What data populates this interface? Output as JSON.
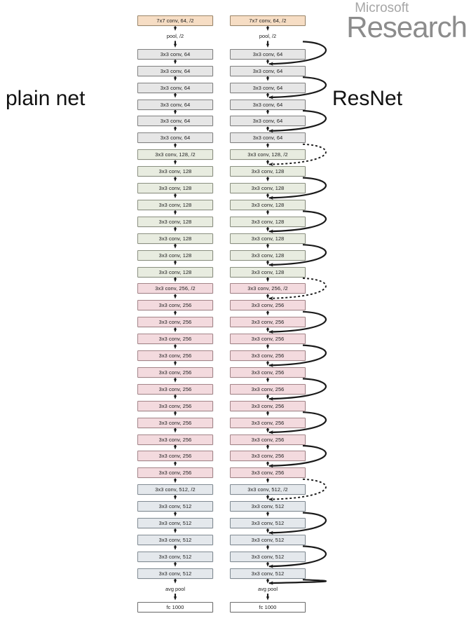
{
  "logo": {
    "line1": "Microsoft",
    "line2": "Research"
  },
  "labels": {
    "plain_net": "plain net",
    "resnet": "ResNet"
  },
  "colors": {
    "block_7x7": "#f6ddc4",
    "block_64": "#e6e6e6",
    "block_128": "#e8ece0",
    "block_256": "#f3dade",
    "block_512": "#e4e8ec",
    "block_fc": "#ffffff",
    "logo_microsoft": "#a6a6a6",
    "logo_research": "#8c8c8c",
    "arrow": "#1a1a1a",
    "skip_solid": "#1a1a1a",
    "skip_dotted": "#1a1a1a"
  },
  "chart_data": {
    "type": "diagram",
    "title": "plain net vs ResNet 34-layer architecture",
    "columns": [
      {
        "name": "plain net",
        "has_skip_connections": false
      },
      {
        "name": "ResNet",
        "has_skip_connections": true
      }
    ],
    "layers": [
      {
        "i": 0,
        "text": "7x7 conv, 64, /2",
        "kind": "block",
        "group": "7x7",
        "stride": 2
      },
      {
        "i": 1,
        "text": "pool, /2",
        "kind": "text",
        "group": "pool",
        "stride": 2
      },
      {
        "i": 2,
        "text": "3x3 conv, 64",
        "kind": "block",
        "group": "64"
      },
      {
        "i": 3,
        "text": "3x3 conv, 64",
        "kind": "block",
        "group": "64"
      },
      {
        "i": 4,
        "text": "3x3 conv, 64",
        "kind": "block",
        "group": "64"
      },
      {
        "i": 5,
        "text": "3x3 conv, 64",
        "kind": "block",
        "group": "64"
      },
      {
        "i": 6,
        "text": "3x3 conv, 64",
        "kind": "block",
        "group": "64"
      },
      {
        "i": 7,
        "text": "3x3 conv, 64",
        "kind": "block",
        "group": "64"
      },
      {
        "i": 8,
        "text": "3x3 conv, 128, /2",
        "kind": "block",
        "group": "128",
        "stride": 2
      },
      {
        "i": 9,
        "text": "3x3 conv, 128",
        "kind": "block",
        "group": "128"
      },
      {
        "i": 10,
        "text": "3x3 conv, 128",
        "kind": "block",
        "group": "128"
      },
      {
        "i": 11,
        "text": "3x3 conv, 128",
        "kind": "block",
        "group": "128"
      },
      {
        "i": 12,
        "text": "3x3 conv, 128",
        "kind": "block",
        "group": "128"
      },
      {
        "i": 13,
        "text": "3x3 conv, 128",
        "kind": "block",
        "group": "128"
      },
      {
        "i": 14,
        "text": "3x3 conv, 128",
        "kind": "block",
        "group": "128"
      },
      {
        "i": 15,
        "text": "3x3 conv, 128",
        "kind": "block",
        "group": "128"
      },
      {
        "i": 16,
        "text": "3x3 conv, 256, /2",
        "kind": "block",
        "group": "256",
        "stride": 2
      },
      {
        "i": 17,
        "text": "3x3 conv, 256",
        "kind": "block",
        "group": "256"
      },
      {
        "i": 18,
        "text": "3x3 conv, 256",
        "kind": "block",
        "group": "256"
      },
      {
        "i": 19,
        "text": "3x3 conv, 256",
        "kind": "block",
        "group": "256"
      },
      {
        "i": 20,
        "text": "3x3 conv, 256",
        "kind": "block",
        "group": "256"
      },
      {
        "i": 21,
        "text": "3x3 conv, 256",
        "kind": "block",
        "group": "256"
      },
      {
        "i": 22,
        "text": "3x3 conv, 256",
        "kind": "block",
        "group": "256"
      },
      {
        "i": 23,
        "text": "3x3 conv, 256",
        "kind": "block",
        "group": "256"
      },
      {
        "i": 24,
        "text": "3x3 conv, 256",
        "kind": "block",
        "group": "256"
      },
      {
        "i": 25,
        "text": "3x3 conv, 256",
        "kind": "block",
        "group": "256"
      },
      {
        "i": 26,
        "text": "3x3 conv, 256",
        "kind": "block",
        "group": "256"
      },
      {
        "i": 27,
        "text": "3x3 conv, 256",
        "kind": "block",
        "group": "256"
      },
      {
        "i": 28,
        "text": "3x3 conv, 512, /2",
        "kind": "block",
        "group": "512",
        "stride": 2
      },
      {
        "i": 29,
        "text": "3x3 conv, 512",
        "kind": "block",
        "group": "512"
      },
      {
        "i": 30,
        "text": "3x3 conv, 512",
        "kind": "block",
        "group": "512"
      },
      {
        "i": 31,
        "text": "3x3 conv, 512",
        "kind": "block",
        "group": "512"
      },
      {
        "i": 32,
        "text": "3x3 conv, 512",
        "kind": "block",
        "group": "512"
      },
      {
        "i": 33,
        "text": "3x3 conv, 512",
        "kind": "block",
        "group": "512"
      },
      {
        "i": 34,
        "text": "avg pool",
        "kind": "text",
        "group": "pool"
      },
      {
        "i": 35,
        "text": "fc 1000",
        "kind": "block",
        "group": "fc"
      }
    ],
    "skip_connections": [
      {
        "from": 1,
        "to": 3,
        "style": "solid"
      },
      {
        "from": 3,
        "to": 5,
        "style": "solid"
      },
      {
        "from": 5,
        "to": 7,
        "style": "solid"
      },
      {
        "from": 7,
        "to": 9,
        "style": "dotted"
      },
      {
        "from": 9,
        "to": 11,
        "style": "solid"
      },
      {
        "from": 11,
        "to": 13,
        "style": "solid"
      },
      {
        "from": 13,
        "to": 15,
        "style": "solid"
      },
      {
        "from": 15,
        "to": 17,
        "style": "dotted"
      },
      {
        "from": 17,
        "to": 19,
        "style": "solid"
      },
      {
        "from": 19,
        "to": 21,
        "style": "solid"
      },
      {
        "from": 21,
        "to": 23,
        "style": "solid"
      },
      {
        "from": 23,
        "to": 25,
        "style": "solid"
      },
      {
        "from": 25,
        "to": 27,
        "style": "solid"
      },
      {
        "from": 27,
        "to": 29,
        "style": "dotted"
      },
      {
        "from": 29,
        "to": 31,
        "style": "solid"
      },
      {
        "from": 31,
        "to": 33,
        "style": "solid"
      },
      {
        "from": 33,
        "to": 34,
        "style": "solid"
      }
    ],
    "group_counts": {
      "conv7x7": 1,
      "pool": 1,
      "conv64": 6,
      "conv128": 8,
      "conv256": 12,
      "conv512": 6,
      "avgpool": 1,
      "fc": 1
    }
  }
}
